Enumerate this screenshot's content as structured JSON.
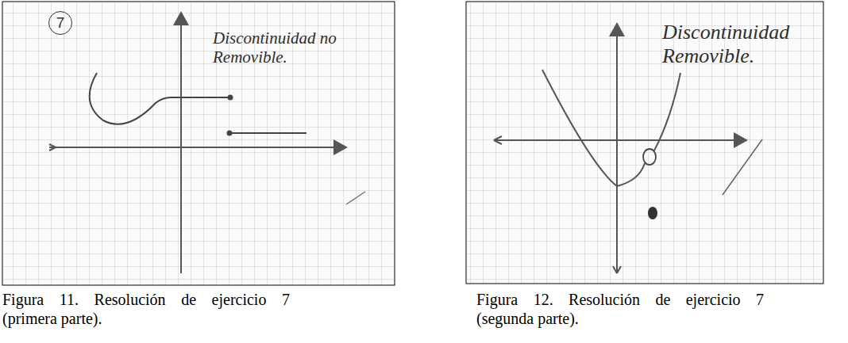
{
  "diagram": {
    "nodes": [
      {
        "text": [
          "7"
        ]
      }
    ],
    "labels": [
      "Discontinuidad no Removible.",
      "Discontinuidad Removible.",
      "Figura 11. Resolución de ejercicio 7 (primera parte).",
      "Figura 12. Resolución de ejercicio 7 (segunda parte)."
    ]
  }
}
